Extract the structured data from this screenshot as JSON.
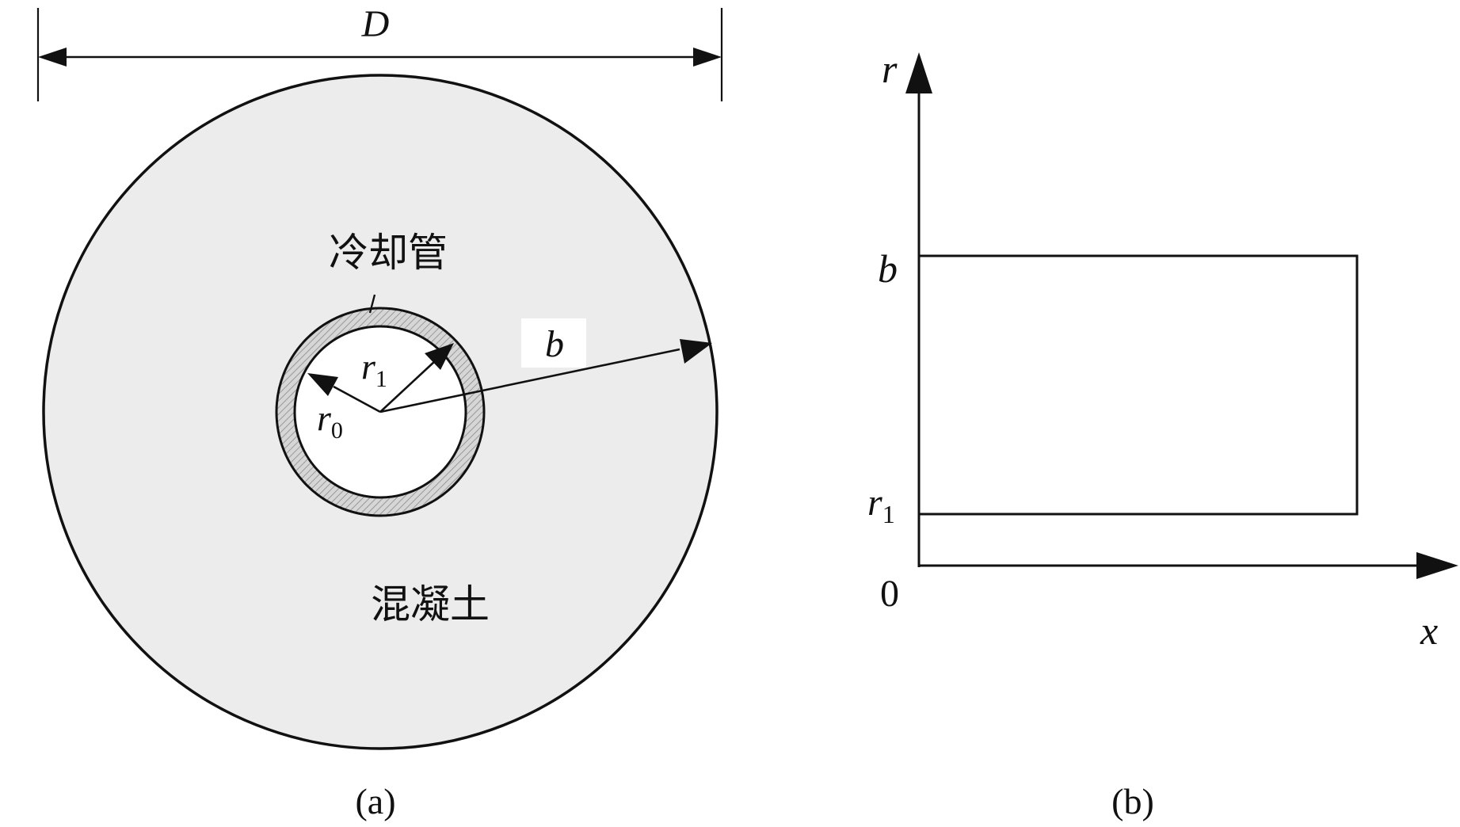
{
  "panel_a": {
    "dimension_label": "D",
    "pipe_label": "冷却管",
    "concrete_label": "混凝土",
    "radius_b_label": "b",
    "radius_r1_main": "r",
    "radius_r1_sub": "1",
    "radius_r0_main": "r",
    "radius_r0_sub": "0",
    "caption": "(a)",
    "colors": {
      "concrete_fill": "#ececec",
      "pipe_wall_fill": "#cfcfcf",
      "bore_fill": "#ffffff",
      "outline": "#111111"
    }
  },
  "panel_b": {
    "axis_r_label": "r",
    "axis_x_label": "x",
    "origin_label": "0",
    "tick_b_label": "b",
    "tick_r1_main": "r",
    "tick_r1_sub": "1",
    "caption": "(b)"
  }
}
